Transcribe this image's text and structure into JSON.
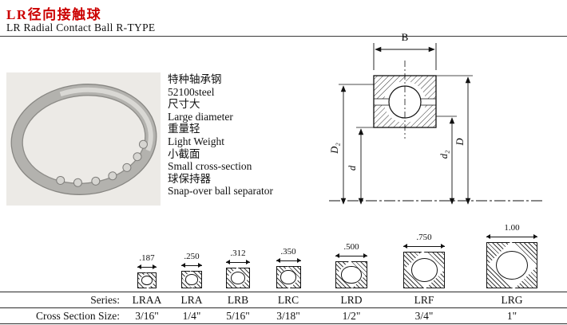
{
  "header": {
    "title": "LR径向接触球",
    "subtitle": "LR Radial Contact Ball  R-TYPE",
    "title_color": "#cc0000"
  },
  "features": [
    {
      "cn": "特种轴承钢",
      "en": "52100steel"
    },
    {
      "cn": "尺寸大",
      "en": "Large diameter"
    },
    {
      "cn": "重量轻",
      "en": "Light Weight"
    },
    {
      "cn": "小截面",
      "en": "Small cross-section"
    },
    {
      "cn": "球保持器",
      "en": "Snap-over ball separator"
    }
  ],
  "drawing": {
    "labels": {
      "b": "B",
      "d2_left": "D₂",
      "d_bore": "d",
      "d2_right": "d₂",
      "d_outer": "D"
    }
  },
  "sizes": [
    ".187",
    ".250",
    ".312",
    ".350",
    ".500",
    ".750",
    "1.00"
  ],
  "table": {
    "series_label": "Series:",
    "size_label": "Cross Section Size:",
    "series": [
      "LRAA",
      "LRA",
      "LRB",
      "LRC",
      "LRD",
      "LRF",
      "LRG"
    ],
    "cross_sections": [
      "3/16\"",
      "1/4\"",
      "5/16\"",
      "3/18\"",
      "1/2\"",
      "3/4\"",
      "1\""
    ]
  }
}
